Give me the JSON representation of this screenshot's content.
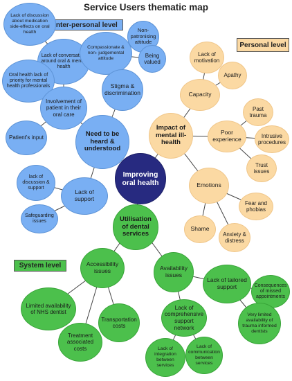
{
  "title": "Service Users thematic map",
  "levels": {
    "interpersonal": "Inter-personal level",
    "personal": "Personal level",
    "system": "System level"
  },
  "colors": {
    "interpersonal": "#79aff3",
    "personal": "#fbd9a3",
    "system": "#4cc04c",
    "central": "#272a80"
  },
  "nodes": {
    "center": "Improving oral health",
    "heard": "Need to be heard & understood",
    "impact": "Impact of mental ill-health",
    "utilisation": "Utilisation of dental services",
    "lack_medication": "Lack of discussion about medication side-effects on oral health",
    "lack_conversation": "Lack of conversation around oral & mental health",
    "oral_priority": "Oral health lack of priority for mental health professionals",
    "involvement": "Involvement of patient in their oral care",
    "patient_input": "Patient's input",
    "compassionate": "Compassionate & non- judgemental attitude",
    "non_patronising": "Non-patronising attitude",
    "being_valued": "Being valued",
    "stigma": "Stigma & discrimination",
    "lack_support": "Lack of support",
    "lack_discussion_support": "lack of discussion & support",
    "safeguarding": "Safeguarding issues",
    "lack_motivation": "Lack of motivation",
    "apathy": "Apathy",
    "capacity": "Capacity",
    "past_trauma": "Past trauma",
    "poor_experience": "Poor experience",
    "intrusive": "Intrusive procedures",
    "trust": "Trust issues",
    "emotions": "Emotions",
    "fear": "Fear and phobias",
    "shame": "Shame",
    "anxiety": "Anxiety & distress",
    "accessibility": "Accessibility issues",
    "availability": "Availability issues",
    "limited_nhs": "Limited availability of NHS dentist",
    "transportation": "Transportation costs",
    "treatment_costs": "Treatment associated costs",
    "lack_tailored": "Lack of tailored support",
    "consequences": "Consequences of missed appointments",
    "very_limited": "Very limited availability of trauma informed dentists",
    "lack_comprehensive": "Lack of comprehensive support network",
    "lack_integration": "Lack of integration between services",
    "lack_communication": "Lack of communication between services"
  }
}
